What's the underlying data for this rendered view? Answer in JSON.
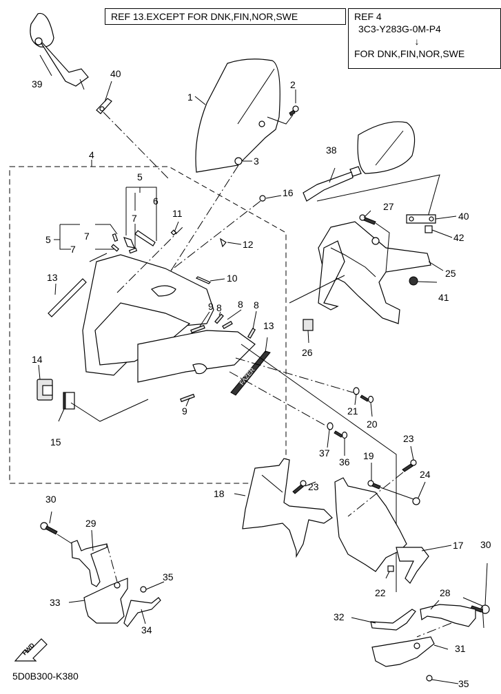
{
  "diagram": {
    "type": "exploded-parts-diagram",
    "subject": "Motorcycle front cowling / windshield assembly",
    "notes": {
      "ref13": "REF 13.EXCEPT FOR DNK,FIN,NOR,SWE",
      "ref4_title": "REF 4",
      "ref4_code": "3C3-Y283G-0M-P4",
      "ref4_arrow": "↓",
      "ref4_target": "FOR DNK,FIN,NOR,SWE"
    },
    "fwd_label": "FWD",
    "diagram_code": "5D0B300-K380",
    "decal_text": "FAZER",
    "callouts": {
      "c1": "1",
      "c2": "2",
      "c3": "3",
      "c4": "4",
      "c5a": "5",
      "c5b": "5",
      "c6": "6",
      "c7a": "7",
      "c7b": "7",
      "c7c": "7",
      "c8a": "8",
      "c8b": "8",
      "c8c": "8",
      "c9a": "9",
      "c9b": "9",
      "c10": "10",
      "c11": "11",
      "c12": "12",
      "c13a": "13",
      "c13b": "13",
      "c14": "14",
      "c15": "15",
      "c16": "16",
      "c17": "17",
      "c18": "18",
      "c19": "19",
      "c20": "20",
      "c21": "21",
      "c22": "22",
      "c23a": "23",
      "c23b": "23",
      "c24": "24",
      "c25": "25",
      "c26": "26",
      "c27": "27",
      "c28": "28",
      "c29": "29",
      "c30a": "30",
      "c30b": "30",
      "c31": "31",
      "c32": "32",
      "c33": "33",
      "c34": "34",
      "c35a": "35",
      "c35b": "35",
      "c36": "36",
      "c37": "37",
      "c38": "38",
      "c39": "39",
      "c40a": "40",
      "c40b": "40",
      "c41": "41",
      "c42": "42"
    }
  }
}
